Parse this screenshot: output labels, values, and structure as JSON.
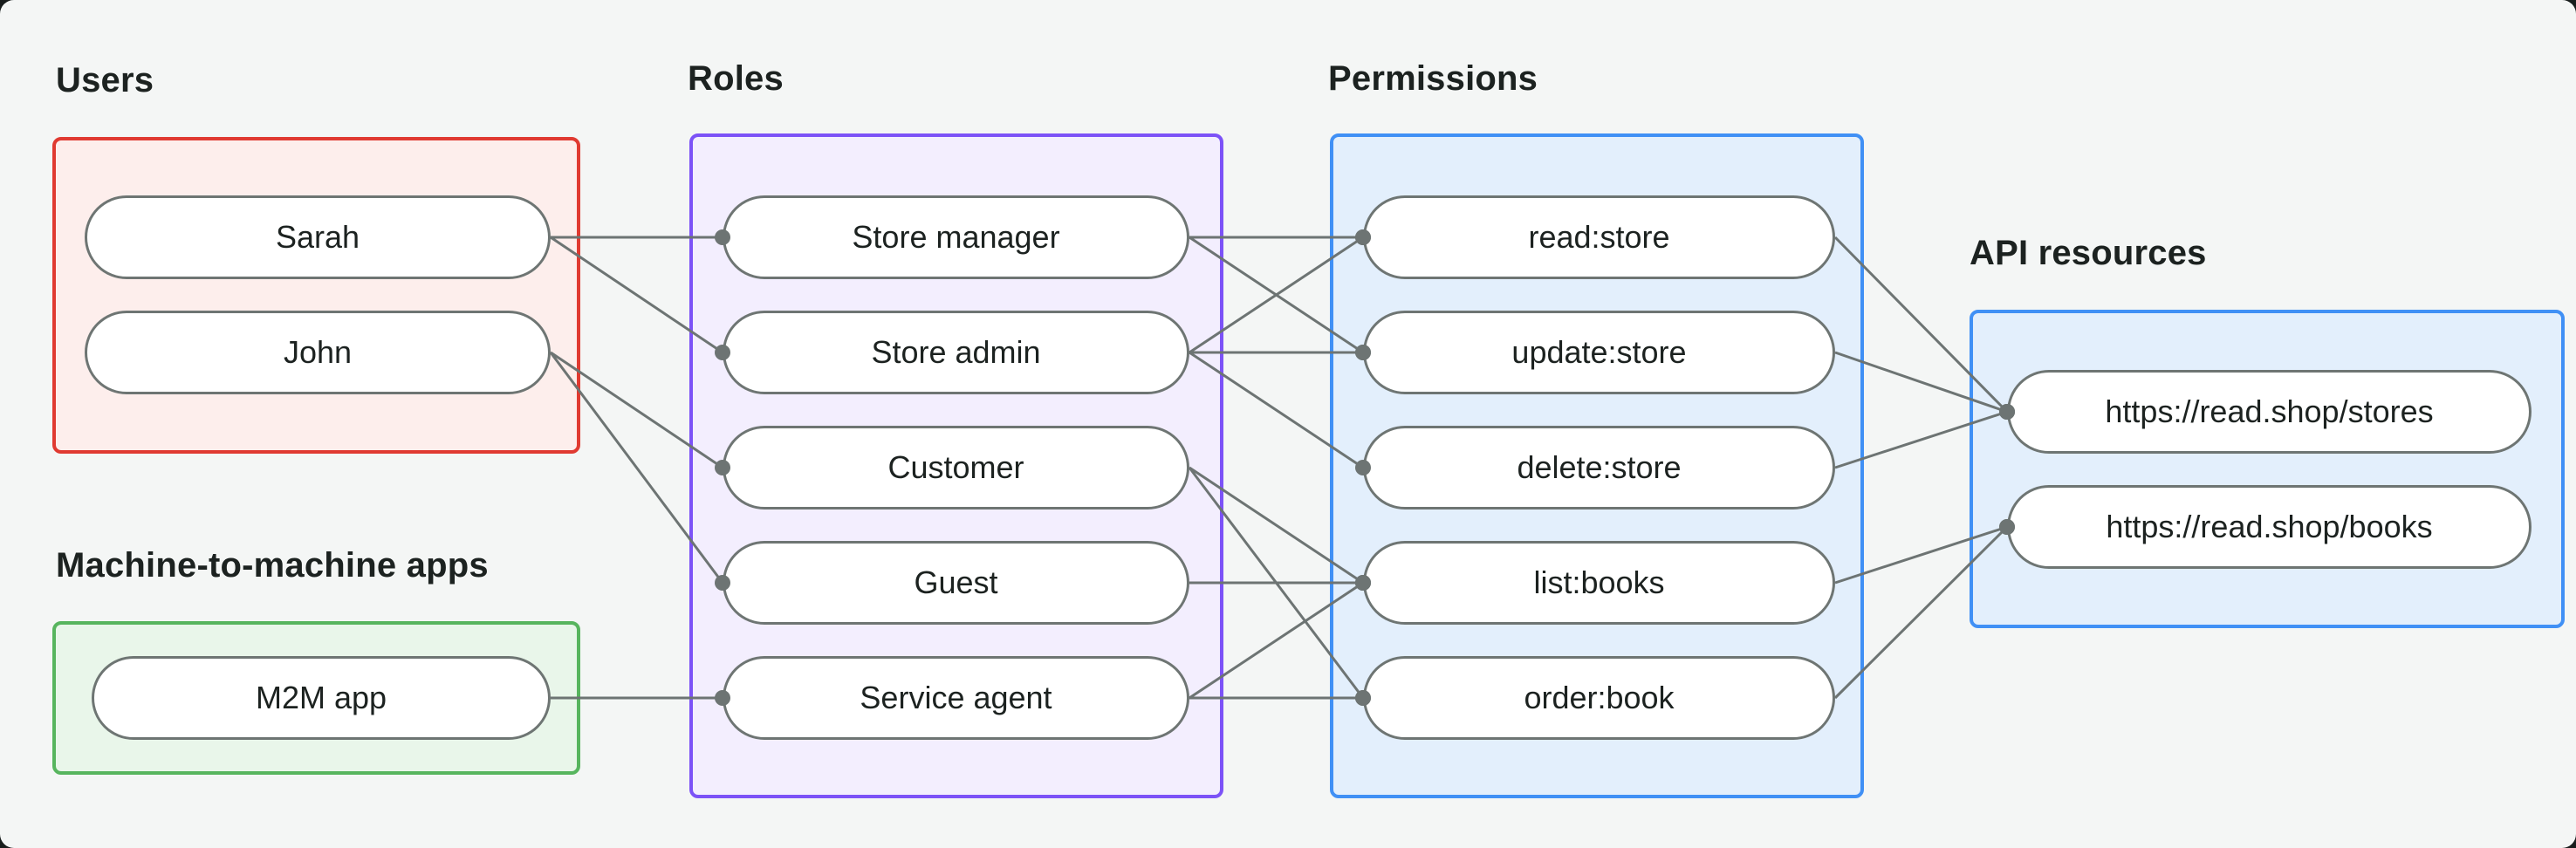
{
  "colors": {
    "background": "#f4f6f5",
    "outer_background": "#181d1c",
    "edge": "#6d7473",
    "pill_border": "#6e7573",
    "pill_fill": "#ffffff",
    "text": "#1c2220",
    "users_border": "#e03a31",
    "users_fill": "#fdeeec",
    "m2m_border": "#57b55e",
    "m2m_fill": "#e9f6ea",
    "roles_border": "#7c52f7",
    "roles_fill": "#f3eefe",
    "permissions_border": "#4090f5",
    "permissions_fill": "#e3effc",
    "api_border": "#4090f5",
    "api_fill": "#e3effc"
  },
  "sections": {
    "users": {
      "label": "Users",
      "nodes": [
        {
          "id": "sarah",
          "label": "Sarah"
        },
        {
          "id": "john",
          "label": "John"
        }
      ]
    },
    "m2m": {
      "label": "Machine-to-machine apps",
      "nodes": [
        {
          "id": "m2m-app",
          "label": "M2M app"
        }
      ]
    },
    "roles": {
      "label": "Roles",
      "nodes": [
        {
          "id": "store-manager",
          "label": "Store manager"
        },
        {
          "id": "store-admin",
          "label": "Store admin"
        },
        {
          "id": "customer",
          "label": "Customer"
        },
        {
          "id": "guest",
          "label": "Guest"
        },
        {
          "id": "service-agent",
          "label": "Service agent"
        }
      ]
    },
    "permissions": {
      "label": "Permissions",
      "nodes": [
        {
          "id": "read-store",
          "label": "read:store"
        },
        {
          "id": "update-store",
          "label": "update:store"
        },
        {
          "id": "delete-store",
          "label": "delete:store"
        },
        {
          "id": "list-books",
          "label": "list:books"
        },
        {
          "id": "order-book",
          "label": "order:book"
        }
      ]
    },
    "api_resources": {
      "label": "API resources",
      "nodes": [
        {
          "id": "stores-api",
          "label": "https://read.shop/stores"
        },
        {
          "id": "books-api",
          "label": "https://read.shop/books"
        }
      ]
    }
  },
  "edges": [
    [
      "sarah",
      "store-manager"
    ],
    [
      "sarah",
      "store-admin"
    ],
    [
      "john",
      "customer"
    ],
    [
      "john",
      "guest"
    ],
    [
      "m2m-app",
      "service-agent"
    ],
    [
      "store-manager",
      "read-store"
    ],
    [
      "store-manager",
      "update-store"
    ],
    [
      "store-admin",
      "read-store"
    ],
    [
      "store-admin",
      "update-store"
    ],
    [
      "store-admin",
      "delete-store"
    ],
    [
      "customer",
      "list-books"
    ],
    [
      "customer",
      "order-book"
    ],
    [
      "guest",
      "list-books"
    ],
    [
      "service-agent",
      "list-books"
    ],
    [
      "service-agent",
      "order-book"
    ],
    [
      "read-store",
      "stores-api"
    ],
    [
      "update-store",
      "stores-api"
    ],
    [
      "delete-store",
      "stores-api"
    ],
    [
      "list-books",
      "books-api"
    ],
    [
      "order-book",
      "books-api"
    ]
  ],
  "edge_style": {
    "stroke_width": 3,
    "dot_radius": 9
  }
}
